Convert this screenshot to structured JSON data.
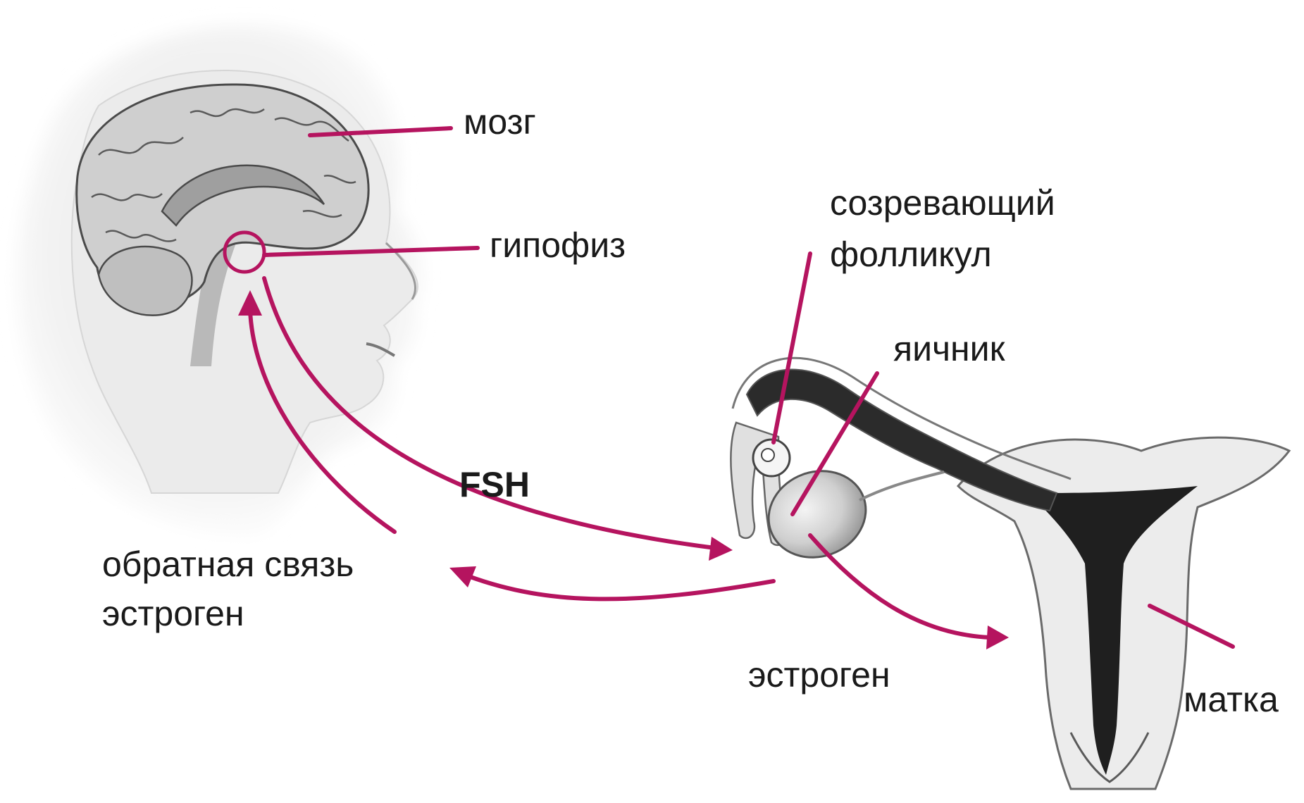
{
  "diagram": {
    "colors": {
      "accent": "#b5145f",
      "text": "#1a1a1a",
      "tissue_light": "#e9e9e9",
      "tissue_mid": "#bdbdbd",
      "tissue_dark": "#2a2a2a"
    },
    "labels": {
      "brain": "мозг",
      "pituitary": "гипофиз",
      "follicle_line1": "созревающий",
      "follicle_line2": "фолликул",
      "ovary": "яичник",
      "fsh": "FSH",
      "feedback_line1": "обратная связь",
      "feedback_line2": "эстроген",
      "estrogen": "эстроген",
      "uterus": "матка"
    },
    "icons": {
      "head": "head-profile-icon",
      "brain": "brain-icon",
      "reproductive": "uterus-ovary-icon"
    }
  }
}
